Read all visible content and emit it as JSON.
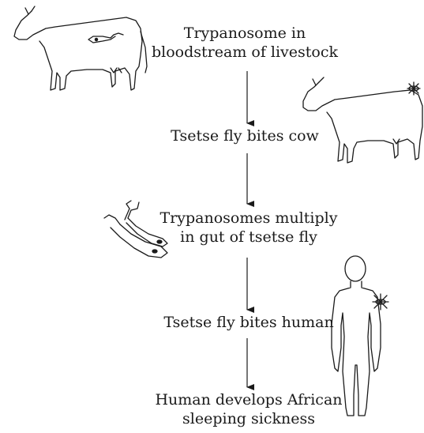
{
  "steps": [
    {
      "line1": "Trypanosome in",
      "line2": "bloodstream of livestock"
    },
    {
      "line1": "Tsetse fly bites cow",
      "line2": ""
    },
    {
      "line1": "Trypanosomes multiply",
      "line2": "in gut of tsetse fly"
    },
    {
      "line1": "Tsetse fly bites human",
      "line2": ""
    },
    {
      "line1": "Human develops African",
      "line2": "sleeping sickness"
    }
  ],
  "icons": [
    "cow-with-trypanosome-icon",
    "cow-with-tsetse-fly-icon",
    "trypanosomes-icon",
    "human-with-tsetse-fly-icon"
  ]
}
